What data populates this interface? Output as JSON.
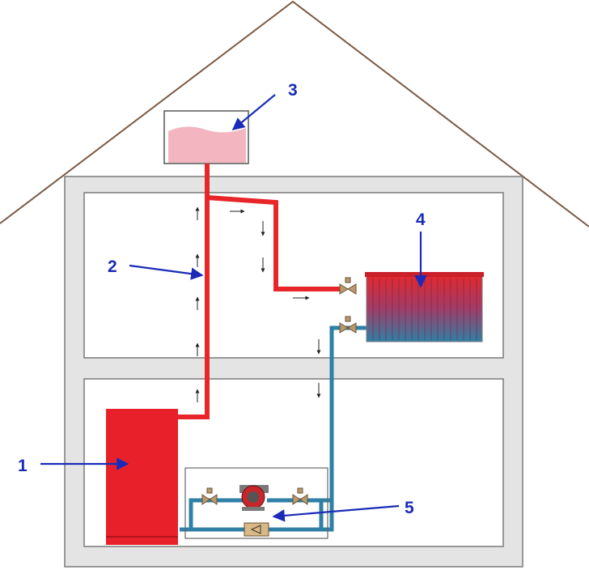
{
  "callouts": {
    "boiler": "1",
    "supply_riser": "2",
    "expansion_tank": "3",
    "radiator": "4",
    "pump_bypass": "5"
  },
  "colors": {
    "hot_pipe": "#e8262a",
    "cold_pipe": "#2f7fa6",
    "boiler": "#e8202a",
    "wall_fill": "#e4e4e4",
    "wall_stroke": "#7a7a7a",
    "roof": "#7a5a44",
    "tank_water": "#f3b6c0",
    "callout_arrow": "#1a2bb8",
    "valve": "#b89a6e"
  },
  "icons": {
    "valve": "gate-valve-icon",
    "pump": "circulation-pump-icon",
    "check_valve": "check-valve-icon",
    "flow_arrow": "flow-direction-arrow-icon"
  }
}
